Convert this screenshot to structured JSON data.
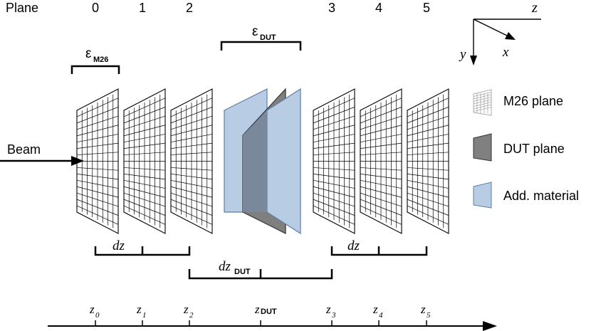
{
  "header": {
    "plane_label": "Plane",
    "plane_numbers": [
      "0",
      "1",
      "2",
      "3",
      "4",
      "5"
    ]
  },
  "axes_symbol": {
    "z": "z",
    "x": "x",
    "y": "y"
  },
  "epsilon": {
    "m26": {
      "symbol": "ε",
      "sub": "M26"
    },
    "dut": {
      "symbol": "ε",
      "sub": "DUT"
    }
  },
  "beam_label": "Beam",
  "spacings": {
    "dz_left": {
      "main": "dz",
      "sub": ""
    },
    "dz_dut": {
      "main": "dz",
      "sub": "DUT"
    },
    "dz_right": {
      "main": "dz",
      "sub": ""
    }
  },
  "z_axis_labels": [
    {
      "main": "z",
      "sub": "0"
    },
    {
      "main": "z",
      "sub": "1"
    },
    {
      "main": "z",
      "sub": "2"
    },
    {
      "main": "z",
      "sub": "DUT"
    },
    {
      "main": "z",
      "sub": "3"
    },
    {
      "main": "z",
      "sub": "4"
    },
    {
      "main": "z",
      "sub": "5"
    }
  ],
  "legend": [
    {
      "label": "M26 plane",
      "kind": "grid"
    },
    {
      "label": "DUT plane",
      "kind": "dut",
      "color": "#808080"
    },
    {
      "label": "Add. material",
      "kind": "material",
      "color": "#b8cce4"
    }
  ],
  "colors": {
    "dut_plane": "#7f7f7f",
    "add_material": "#b8cce4",
    "grid_line": "#000000"
  }
}
